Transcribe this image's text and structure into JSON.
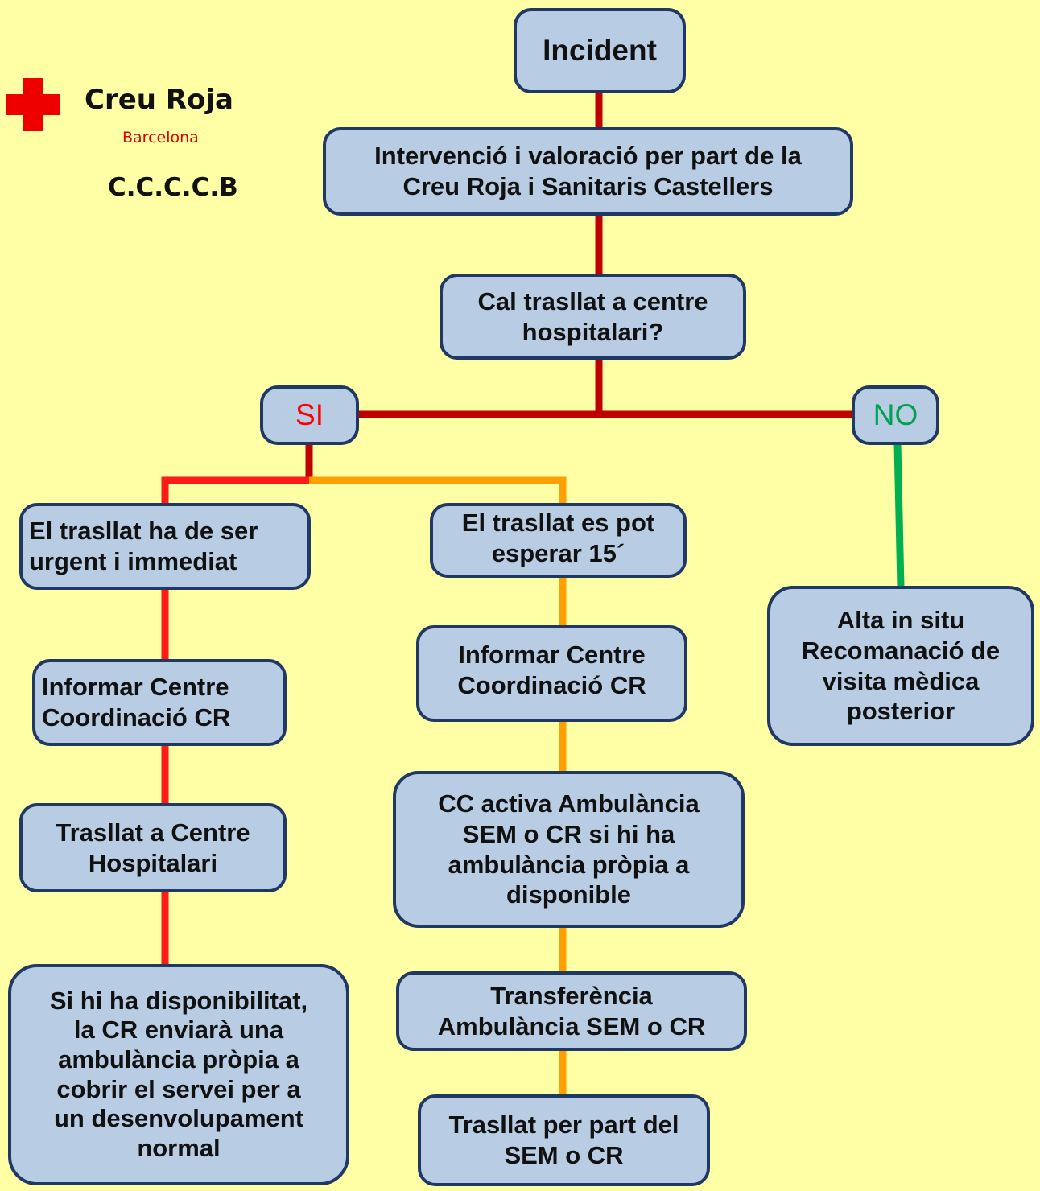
{
  "logo": {
    "name": "Creu Roja",
    "city": "Barcelona",
    "code": "C.C.C.C.B"
  },
  "colors": {
    "background": "#ffffa6",
    "box_fill": "#b8cce4",
    "box_border": "#1f3864",
    "cross": "#ee0000",
    "main_line": "#c00000",
    "urgent_line": "#ff1a1a",
    "wait_line": "#ffa000",
    "no_line": "#00b050",
    "yes_text": "#ff0000",
    "no_text": "#00a050"
  },
  "flow": {
    "incident": "Incident",
    "intervention": "Intervenció i valoració per part de la\nCreu Roja i Sanitaris Castellers",
    "question": "Cal trasllat a centre\nhospitalari?",
    "yes": "SI",
    "no": "NO",
    "urgent": {
      "condition": "El trasllat ha de ser\nurgent i immediat",
      "inform": "Informar Centre\nCoordinació CR",
      "transfer": "Trasllat a Centre\nHospitalari",
      "ambulance": "Si hi ha disponibilitat,\nla CR enviarà una\nambulància pròpia a\ncobrir el servei per a\nun desenvolupament\nnormal"
    },
    "wait": {
      "condition": "El trasllat es pot\nesperar 15´",
      "inform": "Informar Centre\nCoordinació CR",
      "activate": "CC activa Ambulància\nSEM o CR si hi ha\nambulància pròpia a\ndisponible",
      "handover": "Transferència\nAmbulància SEM o CR",
      "transport": "Trasllat per part del\nSEM o CR"
    },
    "discharge": "Alta in situ\nRecomanació de\nvisita mèdica\nposterior"
  }
}
